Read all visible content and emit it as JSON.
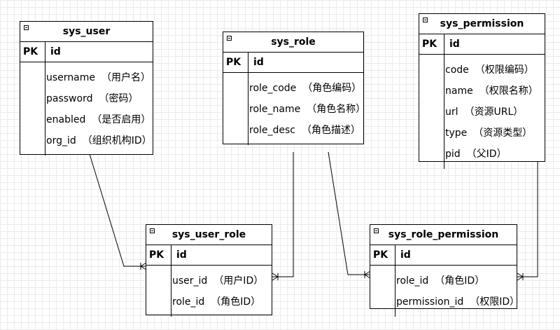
{
  "pk_label": "PK",
  "entities": {
    "sys_user": {
      "title": "sys_user",
      "pk": "id",
      "fields": [
        {
          "name": "username",
          "comment": "（用户名）"
        },
        {
          "name": "password",
          "comment": "（密码）"
        },
        {
          "name": "enabled",
          "comment": "（是否启用）"
        },
        {
          "name": "org_id",
          "comment": "（组织机构ID）"
        }
      ]
    },
    "sys_role": {
      "title": "sys_role",
      "pk": "id",
      "fields": [
        {
          "name": "role_code",
          "comment": "（角色编码）"
        },
        {
          "name": "role_name",
          "comment": "（角色名称）"
        },
        {
          "name": "role_desc",
          "comment": "（角色描述）"
        }
      ]
    },
    "sys_permission": {
      "title": "sys_permission",
      "pk": "id",
      "fields": [
        {
          "name": "code",
          "comment": "（权限编码）"
        },
        {
          "name": "name",
          "comment": "（权限名称）"
        },
        {
          "name": "url",
          "comment": "（资源URL）"
        },
        {
          "name": "type",
          "comment": "（资源类型）"
        },
        {
          "name": "pid",
          "comment": "（父ID）"
        }
      ]
    },
    "sys_user_role": {
      "title": "sys_user_role",
      "pk": "id",
      "fields": [
        {
          "name": "user_id",
          "comment": "（用户ID）"
        },
        {
          "name": "role_id",
          "comment": "（角色ID）"
        }
      ]
    },
    "sys_role_permission": {
      "title": "sys_role_permission",
      "pk": "id",
      "fields": [
        {
          "name": "role_id",
          "comment": "（角色ID）"
        },
        {
          "name": "permission_id",
          "comment": "（权限ID）"
        }
      ]
    }
  }
}
